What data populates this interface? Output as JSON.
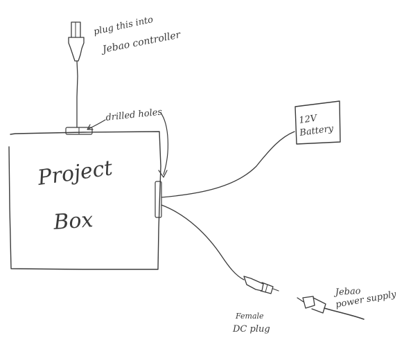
{
  "labels": {
    "plug_line1": "plug this into",
    "plug_line2": "Jebao controller",
    "drilled_holes": "drilled holes",
    "box_line1": "Project",
    "box_line2": "Box",
    "battery_line1": "12V",
    "battery_line2": "Battery",
    "female_line1": "Female",
    "female_line2": "DC plug",
    "supply_line1": "Jebao",
    "supply_line2": "power supply"
  }
}
